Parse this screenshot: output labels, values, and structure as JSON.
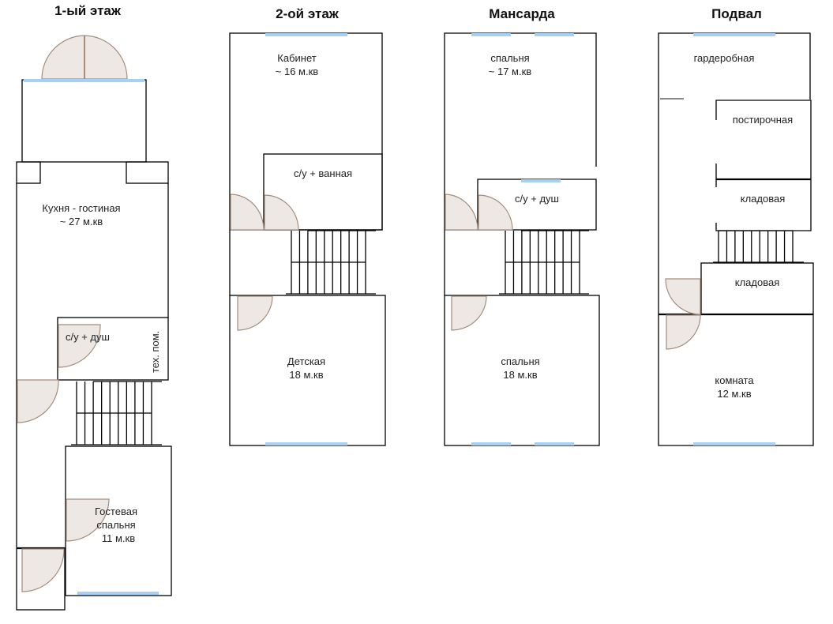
{
  "floors": [
    {
      "title": "1-ый этаж",
      "rooms": [
        {
          "name": "Кухня - гостиная",
          "area": "~ 27 м.кв"
        },
        {
          "name": "с/у + душ"
        },
        {
          "name": "тех. пом."
        },
        {
          "name": "Гостевая",
          "name2": "спальня",
          "area": "11 м.кв"
        }
      ]
    },
    {
      "title": "2-ой этаж",
      "rooms": [
        {
          "name": "Кабинет",
          "area": "~ 16 м.кв"
        },
        {
          "name": "с/у + ванная"
        },
        {
          "name": "Детская",
          "area": "18 м.кв"
        }
      ]
    },
    {
      "title": "Мансарда",
      "rooms": [
        {
          "name": "спальня",
          "area": "~ 17 м.кв"
        },
        {
          "name": "с/у + душ"
        },
        {
          "name": "спальня",
          "area": "18 м.кв"
        }
      ]
    },
    {
      "title": "Подвал",
      "rooms": [
        {
          "name": "гардеробная"
        },
        {
          "name": "постирочная"
        },
        {
          "name": "кладовая"
        },
        {
          "name": "кладовая"
        },
        {
          "name": "комната",
          "area": "12 м.кв"
        }
      ]
    }
  ],
  "colors": {
    "window": "#a8d0f5",
    "door_fill": "#ede8e4",
    "door_stroke": "#a38d7e",
    "wall": "#000000"
  }
}
